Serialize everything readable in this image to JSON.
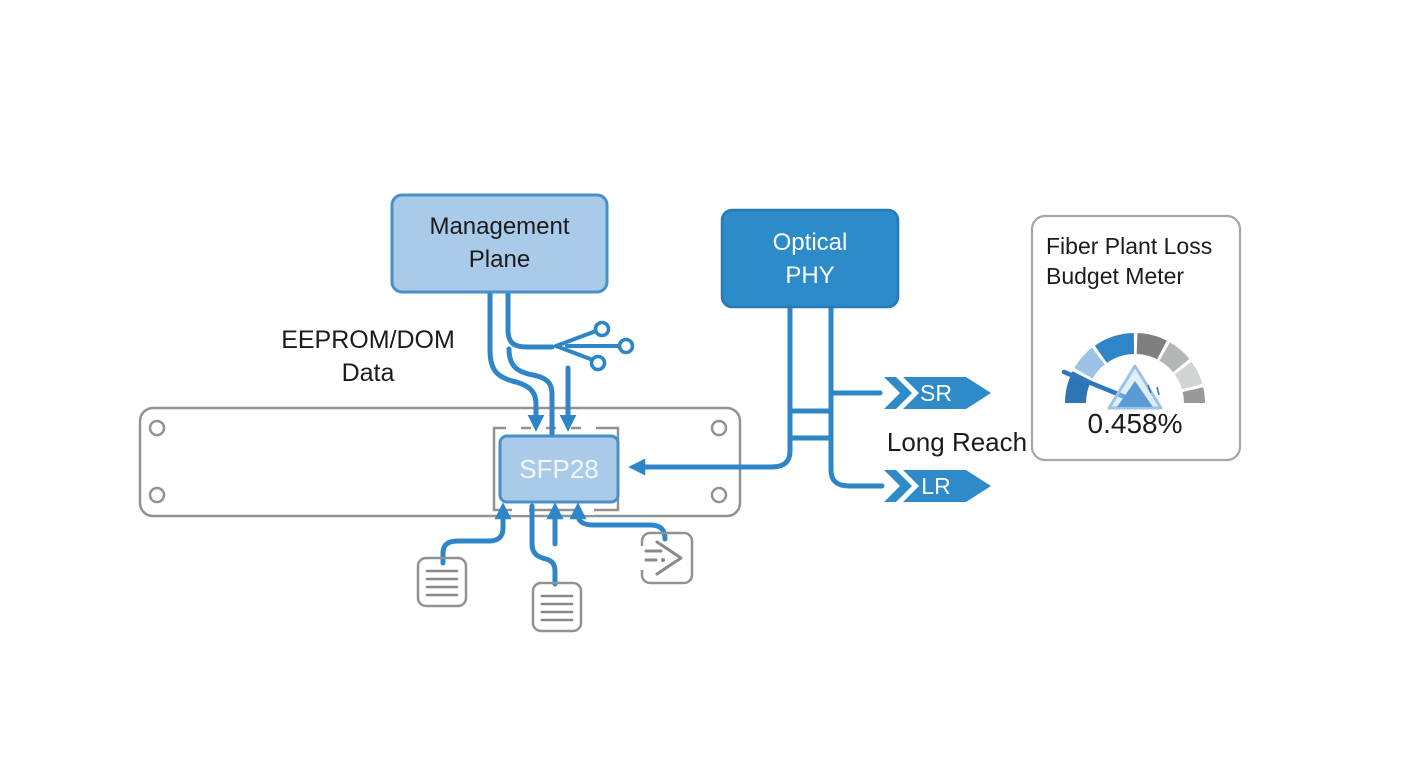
{
  "colors": {
    "connector": "#2e86c8",
    "box-light-fill": "#a9cbe9",
    "box-light-border": "#4a90c8",
    "box-solid-fill": "#2e8bc9",
    "box-solid-border": "#2779b8",
    "badge-blue": "#2e8ac8",
    "chassis-gray": "#909296",
    "icon-gray": "#87898c",
    "panel-border": "#a6a6a6",
    "text-dark": "#1b1b1b",
    "needle-blue": "#2e79bd",
    "pivot-fill": "#5b9bd5",
    "pivot-outline": "#9dc3e6"
  },
  "nodes": {
    "management_plane": {
      "label": "Management\nPlane"
    },
    "optical_phy": {
      "label": "Optical\nPHY"
    },
    "sfp28_module": {
      "label": "SFP28"
    },
    "eeprom_dom": {
      "label": "EEPROM/DOM\nData"
    },
    "long_reach": {
      "label": "Long Reach"
    },
    "sr_badge": {
      "label": "SR"
    },
    "lr_badge": {
      "label": "LR"
    }
  },
  "meter": {
    "title": "Fiber Plant Loss\nBudget Meter",
    "value": "0.458%",
    "segment_colors": [
      "#2e75b6",
      "#9cc2e5",
      "#2e86c9",
      "#7f7f7f",
      "#b3b6b9",
      "#d2d3d4",
      "#97999b"
    ],
    "needle_tilt_deg": 23.5
  },
  "icons": {
    "share_network": "share-network-icon",
    "document_left": "document-lines-icon",
    "document_middle": "document-lines-icon",
    "import_right": "import-arrow-icon"
  }
}
